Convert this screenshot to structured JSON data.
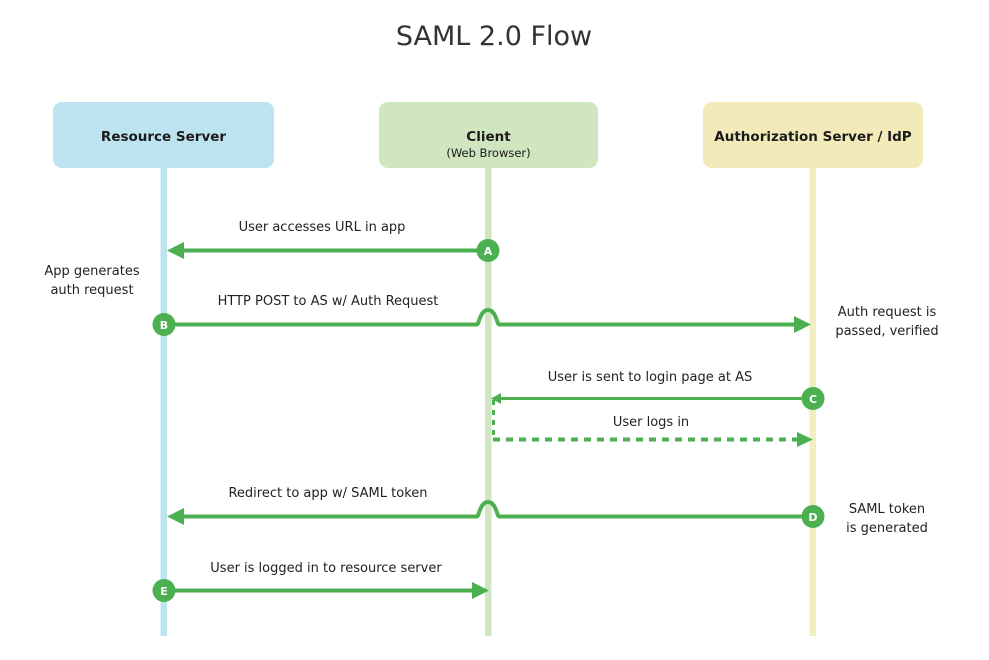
{
  "title": "SAML 2.0 Flow",
  "colors": {
    "arrow_green": "#4caf50",
    "badge_green": "#4caf50",
    "resource_box": "#bde3f0",
    "resource_lifeline": "#bde3f0",
    "client_box": "#cfe6c0",
    "client_lifeline": "#cfe6c0",
    "authz_box": "#f2eab8",
    "authz_lifeline": "#f2eec0",
    "title_text": "#333333",
    "label_text": "#222222",
    "background": "#ffffff"
  },
  "actors": [
    {
      "id": "resource-server",
      "title": "Resource Server",
      "subtitle": ""
    },
    {
      "id": "client",
      "title": "Client",
      "subtitle": "(Web Browser)"
    },
    {
      "id": "authorization-server",
      "title": "Authorization Server / IdP",
      "subtitle": ""
    }
  ],
  "messages": [
    {
      "badge": "A",
      "label": "User accesses URL in app",
      "from": "client",
      "to": "resource-server",
      "style": "solid",
      "direction": "left"
    },
    {
      "badge": "B",
      "label": "HTTP POST to AS w/ Auth Request",
      "from": "resource-server",
      "to": "authorization-server",
      "style": "solid",
      "direction": "right"
    },
    {
      "badge": "C",
      "label": "User is sent to login page at AS",
      "from": "authorization-server",
      "to": "client",
      "style": "solid-thin",
      "direction": "left"
    },
    {
      "badge": "",
      "label": "User logs in",
      "from": "client",
      "to": "authorization-server",
      "style": "dashed",
      "direction": "right"
    },
    {
      "badge": "D",
      "label": "Redirect to app w/ SAML token",
      "from": "authorization-server",
      "to": "resource-server",
      "style": "solid",
      "direction": "left"
    },
    {
      "badge": "E",
      "label": "User is logged in to resource server",
      "from": "resource-server",
      "to": "client",
      "style": "solid",
      "direction": "right"
    }
  ],
  "notes": [
    {
      "id": "note-app-generates",
      "side": "left",
      "lines": [
        "App generates",
        "auth request"
      ]
    },
    {
      "id": "note-auth-request-verified",
      "side": "right",
      "lines": [
        "Auth request is",
        "passed, verified"
      ]
    },
    {
      "id": "note-saml-token",
      "side": "right",
      "lines": [
        "SAML token",
        "is generated"
      ]
    }
  ]
}
